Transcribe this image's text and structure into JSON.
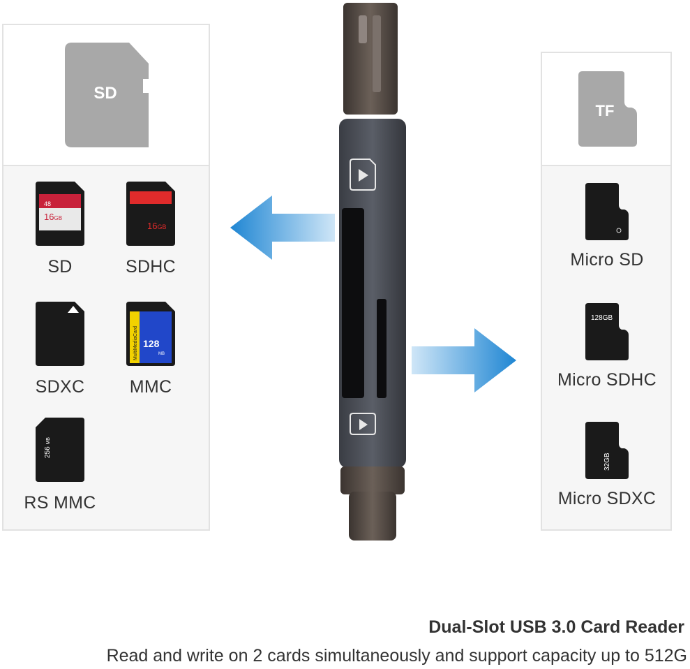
{
  "left_panel": {
    "header_card_label": "SD",
    "cards": [
      {
        "name": "SD",
        "card_text": [
          "48",
          "16"
        ],
        "card_unit": "GB"
      },
      {
        "name": "SDHC",
        "card_text": [
          "16"
        ],
        "card_unit": "GB"
      },
      {
        "name": "SDXC"
      },
      {
        "name": "MMC",
        "card_text": [
          "128"
        ],
        "card_unit": "MB",
        "card_brand": "MultiMediaCard"
      },
      {
        "name": "RS MMC",
        "card_text": [
          "256"
        ],
        "card_unit": "MB"
      }
    ]
  },
  "right_panel": {
    "header_card_label": "TF",
    "cards": [
      {
        "name": "Micro SD"
      },
      {
        "name": "Micro SDHC",
        "card_text": [
          "128"
        ],
        "card_unit": "GB"
      },
      {
        "name": "Micro SDXC",
        "card_text": [
          "32"
        ],
        "card_unit": "GB"
      }
    ]
  },
  "colors": {
    "panel_border": "#e2e2e2",
    "arrow_blue": "#2a8fd6",
    "device_body": "#4a4d55",
    "card_black": "#1a1a1a",
    "header_card_gray": "#a8a8a8"
  },
  "caption": {
    "title": "Dual-Slot USB 3.0 Card Reader",
    "subtitle": "Read and write on 2 cards simultaneously and support capacity up to 512G"
  }
}
